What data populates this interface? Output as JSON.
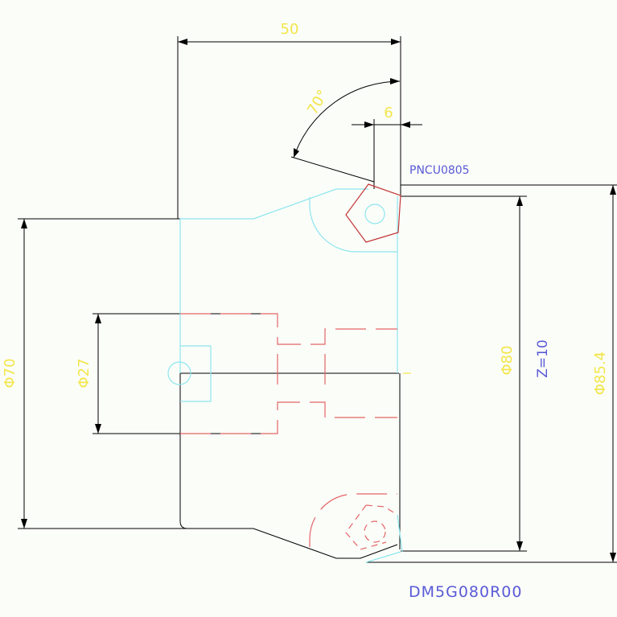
{
  "colors": {
    "background": "#fbfdf9",
    "dimension_line": "#000000",
    "dimension_text": "#f2e64a",
    "body_outline": "#8de6ef",
    "hidden_lines": "#e46565",
    "insert": "#c33838",
    "label": "#5a5ad6",
    "centerline": "#000000"
  },
  "dimensions": {
    "width_top": "50",
    "angle": "70°",
    "offset": "6",
    "dia_27": "Φ27",
    "dia_70": "Φ70",
    "dia_80": "Φ80",
    "dia_85": "Φ85.4",
    "teeth": "Z=10"
  },
  "labels": {
    "insert_code": "PNCU0805",
    "tool_code": "DM5G080R00"
  }
}
